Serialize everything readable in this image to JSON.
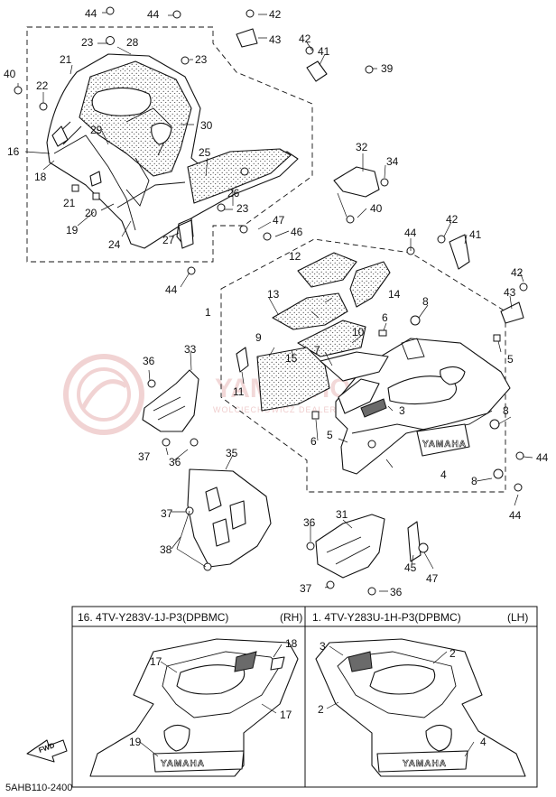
{
  "callouts": {
    "c1": "1",
    "c2": "2",
    "c3": "3",
    "c4": "4",
    "c5": "5",
    "c6": "6",
    "c7": "7",
    "c8": "8",
    "c9": "9",
    "c10": "10",
    "c11": "11",
    "c12": "12",
    "c13": "13",
    "c14": "14",
    "c15": "15",
    "c16": "16",
    "c17": "17",
    "c18": "18",
    "c19": "19",
    "c20": "20",
    "c21": "21",
    "c22": "22",
    "c23": "23",
    "c24": "24",
    "c25": "25",
    "c26": "26",
    "c27": "27",
    "c28": "28",
    "c29": "29",
    "c30": "30",
    "c31": "31",
    "c32": "32",
    "c33": "33",
    "c34": "34",
    "c35": "35",
    "c36": "36",
    "c37": "37",
    "c38": "38",
    "c39": "39",
    "c40": "40",
    "c41": "41",
    "c42": "42",
    "c43": "43",
    "c44": "44",
    "c45": "45",
    "c46": "46",
    "c47": "47"
  },
  "graphics_panel": {
    "right_side": {
      "title": "16. 4TV-Y283V-1J-P3(DPBMC)",
      "side": "(RH)"
    },
    "left_side": {
      "title": "1. 4TV-Y283U-1H-P3(DPBMC)",
      "side": "(LH)"
    }
  },
  "decal_brand": "YAMAHA",
  "fwd_label": "FWD",
  "diagram_code": "5AHB110-2400",
  "watermark": {
    "brand": "YAMASHOP",
    "tagline": "WOLCIECHOWICZ  DEALER  YAMAHA"
  },
  "colors": {
    "line": "#111111",
    "watermark": "#e9b9b9",
    "background": "#ffffff"
  }
}
